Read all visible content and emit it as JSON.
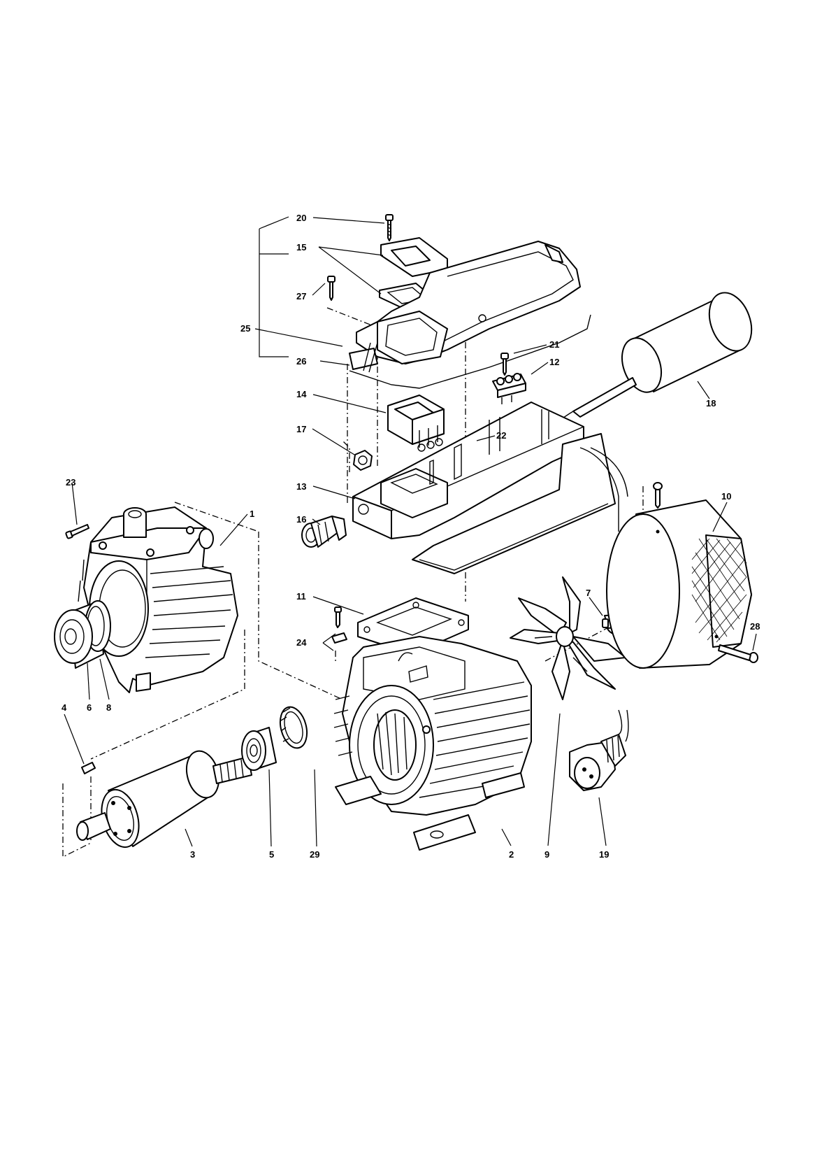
{
  "diagram": {
    "labels": {
      "l20": "20",
      "l15": "15",
      "l27": "27",
      "l25": "25",
      "l26": "26",
      "l21": "21",
      "l12": "12",
      "l18": "18",
      "l14": "14",
      "l22": "22",
      "l17": "17",
      "l13": "13",
      "l16": "16",
      "l23": "23",
      "l1": "1",
      "l10": "10",
      "l7": "7",
      "l28": "28",
      "l11": "11",
      "l24": "24",
      "l6": "6",
      "l8": "8",
      "l4": "4",
      "l3": "3",
      "l5": "5",
      "l29": "29",
      "l2": "2",
      "l9": "9",
      "l19": "19"
    }
  }
}
